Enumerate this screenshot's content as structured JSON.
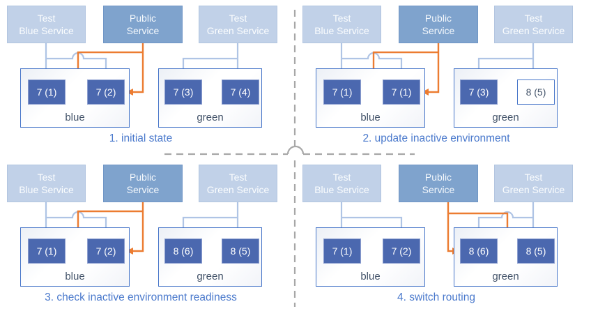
{
  "colors": {
    "orange": "#EC7C31",
    "connector": "#AFC4E5",
    "connector_arrow": "#A3BBDF",
    "pod_fill": "#4B68AF",
    "pod_border": "#8D9FD0",
    "env_border": "#4574C8",
    "env_label_text": "#44546A",
    "service_light_fill": "#C1D1E8",
    "service_light_border": "#B2C5E0",
    "service_public_fill": "#7FA3CD",
    "service_public_border": "#7096C6",
    "caption_text": "#4A79CC",
    "divider": "#A7A7A7"
  },
  "services": {
    "test_blue": [
      "Test",
      "Blue Service"
    ],
    "public": [
      "Public",
      "Service"
    ],
    "test_green": [
      "Test",
      "Green Service"
    ]
  },
  "panels": [
    {
      "caption": "1. initial state",
      "orange_target": "blue",
      "environments": [
        {
          "name": "blue",
          "pods": [
            {
              "label": "7 (1)",
              "style": "filled"
            },
            {
              "label": "7 (2)",
              "style": "filled"
            }
          ]
        },
        {
          "name": "green",
          "pods": [
            {
              "label": "7 (3)",
              "style": "filled"
            },
            {
              "label": "7 (4)",
              "style": "filled"
            }
          ]
        }
      ]
    },
    {
      "caption": "2. update inactive environment",
      "orange_target": "blue",
      "environments": [
        {
          "name": "blue",
          "pods": [
            {
              "label": "7 (1)",
              "style": "filled"
            },
            {
              "label": "7 (1)",
              "style": "filled"
            }
          ]
        },
        {
          "name": "green",
          "pods": [
            {
              "label": "7 (3)",
              "style": "filled"
            },
            {
              "label": "8 (5)",
              "style": "outline"
            }
          ]
        }
      ]
    },
    {
      "caption": "3. check inactive environment readiness",
      "orange_target": "blue",
      "environments": [
        {
          "name": "blue",
          "pods": [
            {
              "label": "7 (1)",
              "style": "filled"
            },
            {
              "label": "7 (2)",
              "style": "filled"
            }
          ]
        },
        {
          "name": "green",
          "pods": [
            {
              "label": "8 (6)",
              "style": "filled"
            },
            {
              "label": "8 (5)",
              "style": "filled"
            }
          ]
        }
      ]
    },
    {
      "caption": "4. switch routing",
      "orange_target": "green",
      "environments": [
        {
          "name": "blue",
          "pods": [
            {
              "label": "7 (1)",
              "style": "filled"
            },
            {
              "label": "7 (2)",
              "style": "filled"
            }
          ]
        },
        {
          "name": "green",
          "pods": [
            {
              "label": "8 (6)",
              "style": "filled"
            },
            {
              "label": "8 (5)",
              "style": "filled"
            }
          ]
        }
      ]
    }
  ]
}
